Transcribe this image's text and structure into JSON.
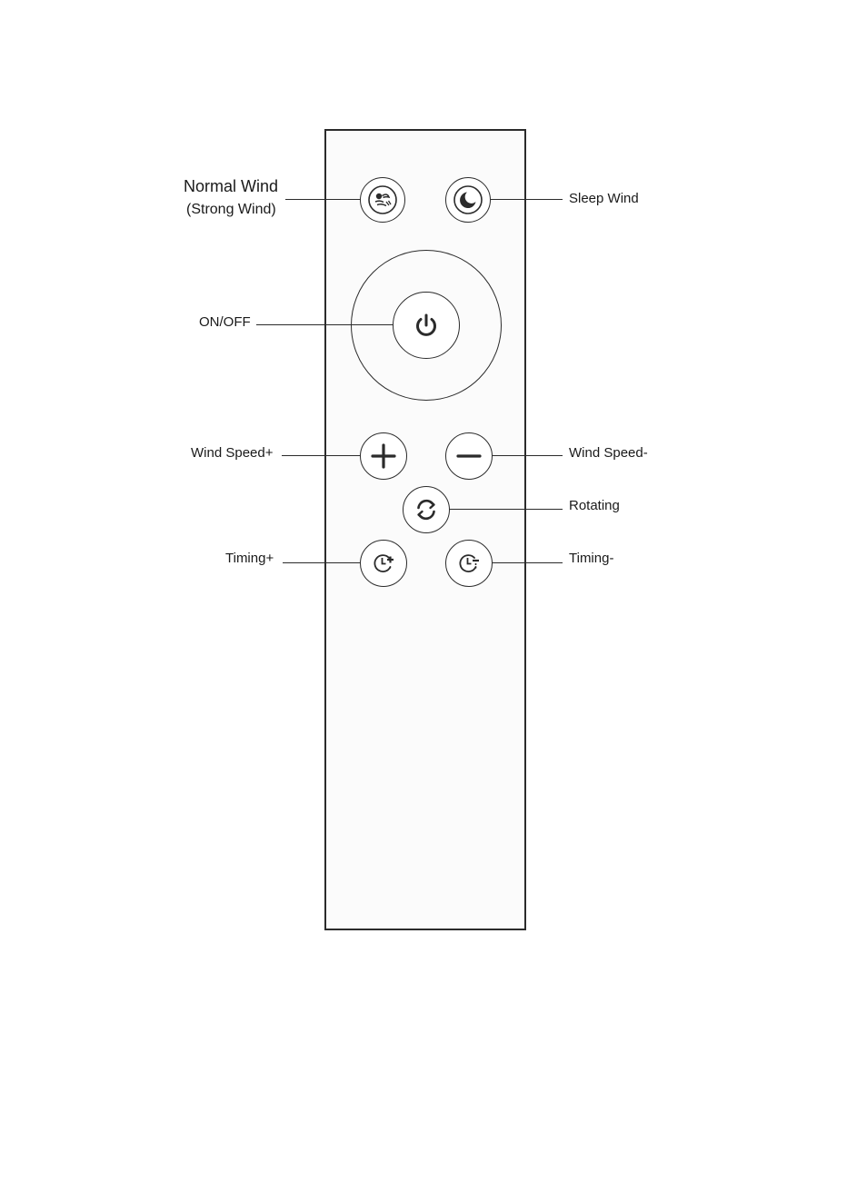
{
  "labels": {
    "normal_wind": "Normal Wind",
    "strong_wind": "(Strong Wind)",
    "sleep_wind": "Sleep Wind",
    "on_off": "ON/OFF",
    "wind_speed_plus": "Wind Speed+",
    "wind_speed_minus": "Wind Speed-",
    "rotating": "Rotating",
    "timing_plus": "Timing+",
    "timing_minus": "Timing-"
  },
  "icons": {
    "normal_wind": "wind-mode-icon",
    "sleep_wind": "moon-icon",
    "on_off": "power-icon",
    "wind_speed_plus": "plus-icon",
    "wind_speed_minus": "minus-icon",
    "rotating": "rotate-icon",
    "timing_plus": "clock-plus-icon",
    "timing_minus": "clock-minus-icon"
  },
  "colors": {
    "line": "#2b2b2b",
    "text": "#1a1a1a",
    "background": "#ffffff"
  }
}
